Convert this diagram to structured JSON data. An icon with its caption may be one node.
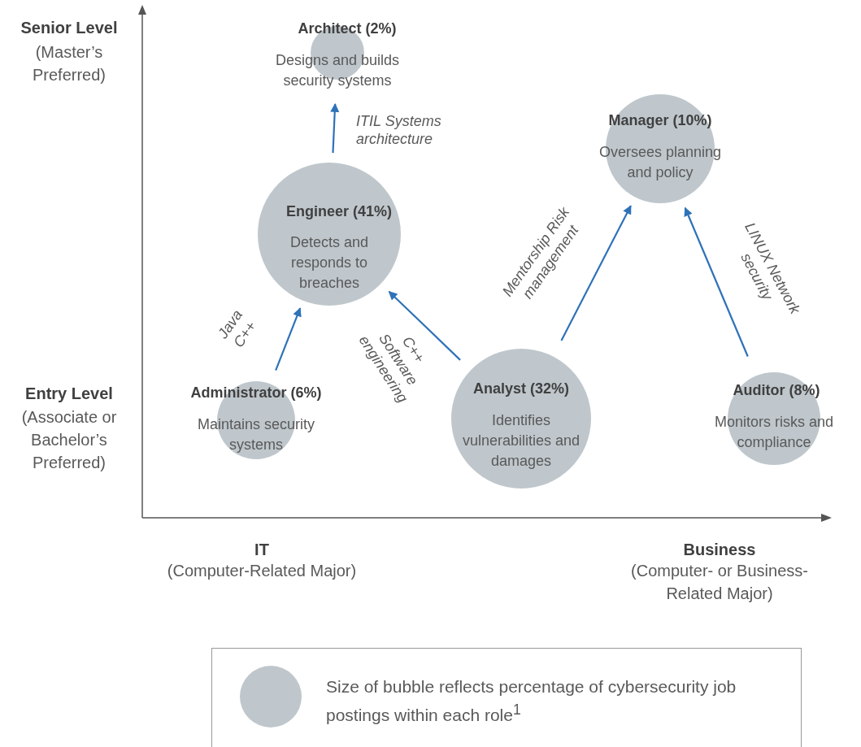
{
  "diagram": {
    "nodes": [
      {
        "text": [
          "Architect (2%)",
          "Designs and builds security systems"
        ]
      },
      {
        "text": [
          "Engineer (41%)",
          "Detects and responds to breaches"
        ]
      },
      {
        "text": [
          "Manager (10%)",
          "Oversees planning and policy"
        ]
      },
      {
        "text": [
          "Administrator (6%)",
          "Maintains security systems"
        ]
      },
      {
        "text": [
          "Analyst (32%)",
          "Identifies vulnerabilities and damages"
        ]
      },
      {
        "text": [
          "Auditor (8%)",
          "Monitors risks and compliance"
        ]
      }
    ],
    "edges": [
      {
        "from": 1,
        "to": 0,
        "arrow": "to",
        "label": "ITIL Systems architecture"
      },
      {
        "from": 3,
        "to": 1,
        "arrow": "to",
        "label": "Java C++"
      },
      {
        "from": 4,
        "to": 1,
        "arrow": "to",
        "label": "C++ Software engineering"
      },
      {
        "from": 4,
        "to": 2,
        "arrow": "to",
        "label": "Mentorship Risk management"
      },
      {
        "from": 5,
        "to": 2,
        "arrow": "to",
        "label": "LINUX Network security"
      }
    ],
    "labels": [
      "Senior Level",
      "(Master’s Preferred)",
      "Entry Level",
      "(Associate or Bachelor’s Preferred)",
      "IT",
      "(Computer-Related Major)",
      "Business",
      "(Computer- or Business-Related Major)"
    ],
    "legend": [
      {
        "text": "Size of bubble reflects percentage of cybersecurity job postings within each role$^{1}$",
        "color": "#bfc7cc"
      }
    ]
  }
}
